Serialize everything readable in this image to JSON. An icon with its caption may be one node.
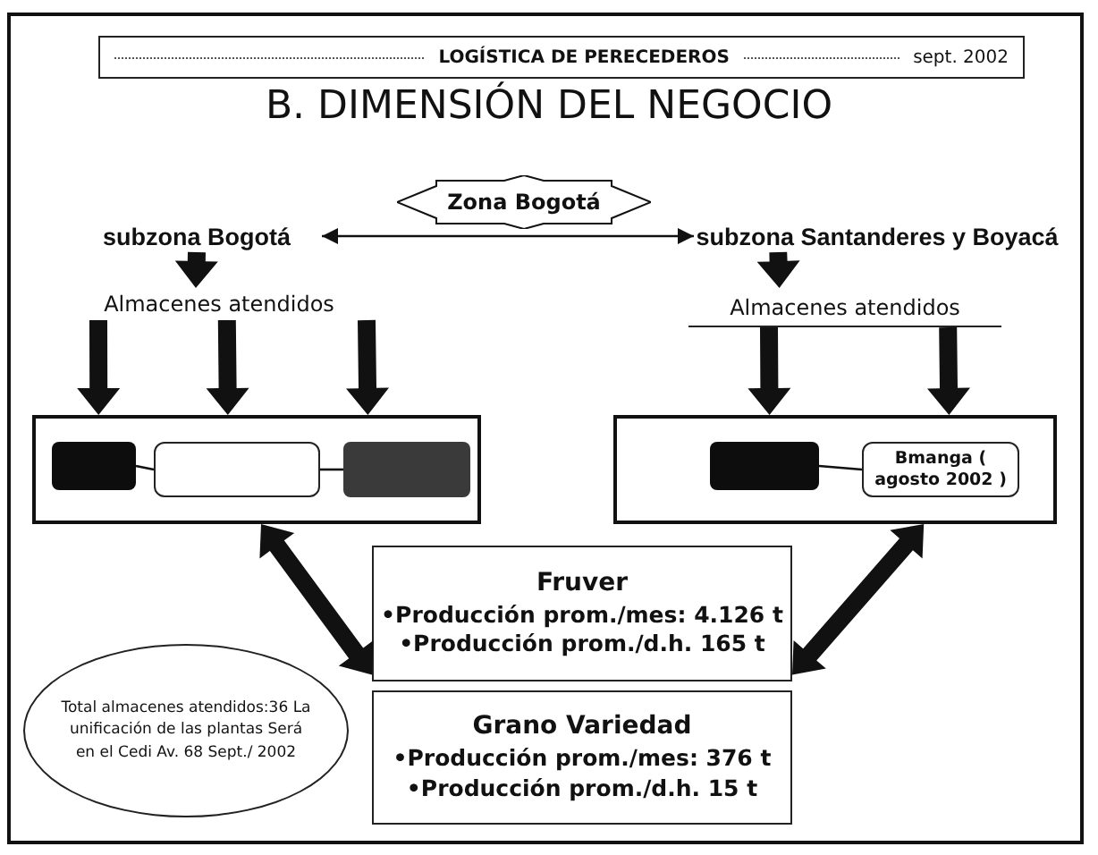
{
  "diagram": {
    "title": "B. DIMENSIÓN DEL NEGOCIO",
    "nodes": [
      {
        "text": [
          "LOGÍSTICA DE PERECEDEROS",
          "sept. 2002"
        ]
      },
      {
        "text": [
          "Zona Bogotá"
        ]
      },
      {
        "text": [
          "subzona Bogotá"
        ]
      },
      {
        "text": [
          "subzona Santanderes y Boyacá"
        ]
      },
      {
        "text": [
          "Almacenes atendidos"
        ]
      },
      {
        "text": [
          "Almacenes atendidos"
        ]
      },
      {
        "text": [],
        "shape": "box"
      },
      {
        "text": [],
        "shape": "box",
        "in": 6
      },
      {
        "text": [],
        "shape": "box",
        "in": 6
      },
      {
        "text": [],
        "shape": "box",
        "in": 6
      },
      {
        "text": [],
        "shape": "box"
      },
      {
        "text": [],
        "shape": "box",
        "in": 10
      },
      {
        "text": [
          "Bmanga ( agosto 2002 )"
        ],
        "in": 10
      },
      {
        "text": [
          "Fruver",
          "•Producción prom./mes: 4.126 t",
          "•Producción prom./d.h. 165 t"
        ]
      },
      {
        "text": [
          "Grano Variedad",
          "•Producción prom./mes: 376 t",
          "•Producción prom./d.h. 15 t"
        ]
      },
      {
        "text": [
          "Total almacenes atendidos:36 La unificación de las plantas Será en el Cedi Av. 68 Sept./ 2002"
        ]
      }
    ],
    "edges": [
      {
        "from": 2,
        "to": 3,
        "arrow": "both"
      },
      {
        "from": 2,
        "to": 4,
        "arrow": "to",
        "style": "thick"
      },
      {
        "from": 3,
        "to": 5,
        "arrow": "to",
        "style": "thick"
      },
      {
        "from": 4,
        "to": 6,
        "arrow": "to",
        "style": "thick"
      },
      {
        "from": 4,
        "to": 6,
        "arrow": "to",
        "style": "thick"
      },
      {
        "from": 4,
        "to": 6,
        "arrow": "to",
        "style": "thick"
      },
      {
        "from": 5,
        "to": 10,
        "arrow": "to",
        "style": "thick"
      },
      {
        "from": 5,
        "to": 10,
        "arrow": "to",
        "style": "thick"
      },
      {
        "from": 7,
        "to": 8,
        "arrow": "none"
      },
      {
        "from": 8,
        "to": 9,
        "arrow": "none"
      },
      {
        "from": 11,
        "to": 12,
        "arrow": "none"
      },
      {
        "from": 6,
        "to": 13,
        "arrow": "both",
        "style": "thick"
      },
      {
        "from": 10,
        "to": 13,
        "arrow": "both",
        "style": "thick"
      }
    ]
  }
}
